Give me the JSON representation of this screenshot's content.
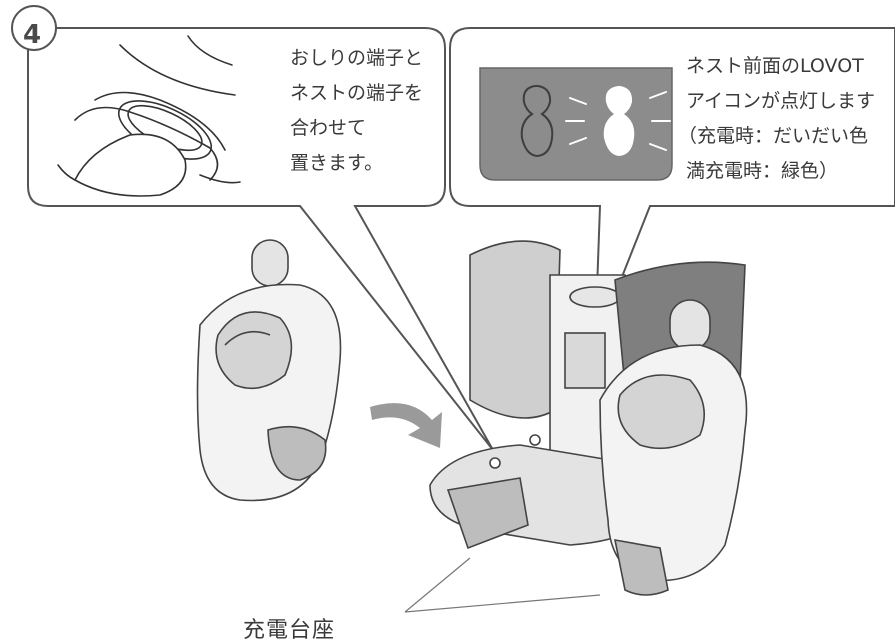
{
  "step_number": "4",
  "callout_left": {
    "lines": [
      "おしりの端子と",
      "ネストの端子を",
      "合わせて",
      "置きます。"
    ]
  },
  "callout_right": {
    "lines": [
      "ネスト前面のLOVOT",
      "アイコンが点灯します",
      "（充電時：だいだい色",
      "満充電時：緑色）"
    ]
  },
  "base_label": "充電台座"
}
